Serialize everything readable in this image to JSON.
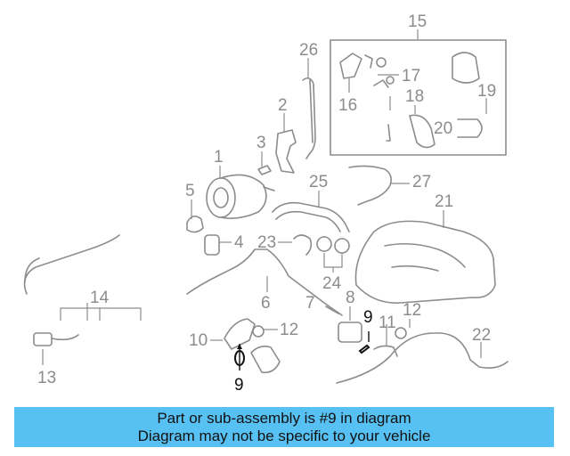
{
  "diagram": {
    "part_labels": {
      "p1": "1",
      "p2": "2",
      "p3": "3",
      "p4": "4",
      "p5": "5",
      "p6": "6",
      "p7": "7",
      "p8": "8",
      "p9a": "9",
      "p9b": "9",
      "p10": "10",
      "p11": "11",
      "p12a": "12",
      "p12b": "12",
      "p13": "13",
      "p14": "14",
      "p15": "15",
      "p16": "16",
      "p17": "17",
      "p18": "18",
      "p19": "19",
      "p20": "20",
      "p21": "21",
      "p22": "22",
      "p23": "23",
      "p24": "24",
      "p25": "25",
      "p26": "26",
      "p27": "27"
    },
    "highlighted_part": "9",
    "colors": {
      "line": "#8c8c8c",
      "highlight": "#111111",
      "banner": "#58c1f4"
    }
  },
  "banner": {
    "line1": "Part or sub-assembly is #9 in diagram",
    "line2": "Diagram may not be specific to your vehicle"
  }
}
